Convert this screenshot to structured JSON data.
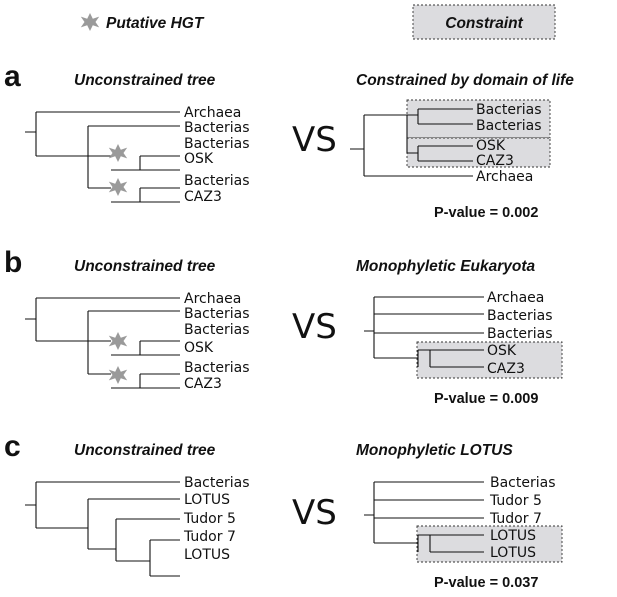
{
  "legend": {
    "hgt_label": "Putative HGT",
    "constraint_label": "Constraint",
    "hgt_color": "#9a9a9a",
    "constraint_fill": "#dcdcdf"
  },
  "panels": [
    {
      "letter": "a",
      "left_title": "Unconstrained tree",
      "right_title": "Constrained by domain of life",
      "vs": "VS",
      "pvalue": "P-value = 0.002",
      "left_leaves": [
        "Archaea",
        "Bacterias",
        "Bacterias",
        "OSK",
        "Bacterias",
        "CAZ3"
      ],
      "right_leaves": [
        "Bacterias",
        "Bacterias",
        "OSK",
        "CAZ3",
        "Archaea"
      ]
    },
    {
      "letter": "b",
      "left_title": "Unconstrained tree",
      "right_title": "Monophyletic Eukaryota",
      "vs": "VS",
      "pvalue": "P-value = 0.009",
      "left_leaves": [
        "Archaea",
        "Bacterias",
        "Bacterias",
        "OSK",
        "Bacterias",
        "CAZ3"
      ],
      "right_leaves": [
        "Archaea",
        "Bacterias",
        "Bacterias",
        "OSK",
        "CAZ3"
      ]
    },
    {
      "letter": "c",
      "left_title": "Unconstrained tree",
      "right_title": "Monophyletic LOTUS",
      "vs": "VS",
      "pvalue": "P-value = 0.037",
      "left_leaves": [
        "Bacterias",
        "LOTUS",
        "Tudor 5",
        "Tudor 7",
        "LOTUS"
      ],
      "right_leaves": [
        "Bacterias",
        "Tudor 5",
        "Tudor 7",
        "LOTUS",
        "LOTUS"
      ]
    }
  ]
}
